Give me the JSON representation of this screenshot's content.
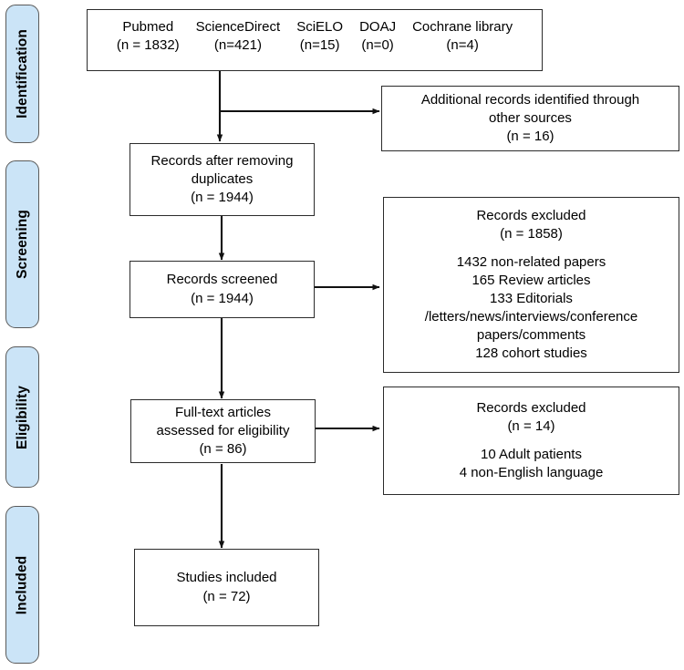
{
  "diagram": {
    "title": "PRISMA flow diagram",
    "box_fill": "#ffffff",
    "box_border": "#2b2b2b",
    "phase_fill": "#cbe4f7",
    "phase_border": "#5a5a5a"
  },
  "phases": [
    {
      "label": "Identification"
    },
    {
      "label": "Screening"
    },
    {
      "label": "Eligibility"
    },
    {
      "label": "Included"
    }
  ],
  "sources": {
    "items": [
      {
        "name": "Pubmed",
        "count": "(n = 1832)"
      },
      {
        "name": "ScienceDirect",
        "count": "(n=421)"
      },
      {
        "name": "SciELO",
        "count": "(n=15)"
      },
      {
        "name": "DOAJ",
        "count": "(n=0)"
      },
      {
        "name": "Cochrane library",
        "count": "(n=4)"
      }
    ]
  },
  "boxes": {
    "additional_records": {
      "lines": [
        "Additional records identified through",
        "other sources",
        "(n = 16)"
      ]
    },
    "after_duplicates": {
      "lines": [
        "Records after removing",
        "duplicates",
        "(n = 1944)"
      ]
    },
    "records_screened": {
      "lines": [
        "Records screened",
        "(n = 1944)"
      ]
    },
    "records_excluded_screening": {
      "lines": [
        "Records excluded",
        "(n = 1858)",
        "",
        "1432 non-related papers",
        "165 Review articles",
        "133 Editorials",
        "/letters/news/interviews/conference",
        "papers/comments",
        "128 cohort studies"
      ]
    },
    "full_text_assessed": {
      "lines": [
        "Full-text articles",
        "assessed for eligibility",
        "(n = 86)"
      ]
    },
    "records_excluded_eligibility": {
      "lines": [
        "Records excluded",
        "(n = 14)",
        "",
        "10 Adult patients",
        "4 non-English language"
      ]
    },
    "studies_included": {
      "lines": [
        "Studies included",
        "(n = 72)"
      ]
    }
  }
}
